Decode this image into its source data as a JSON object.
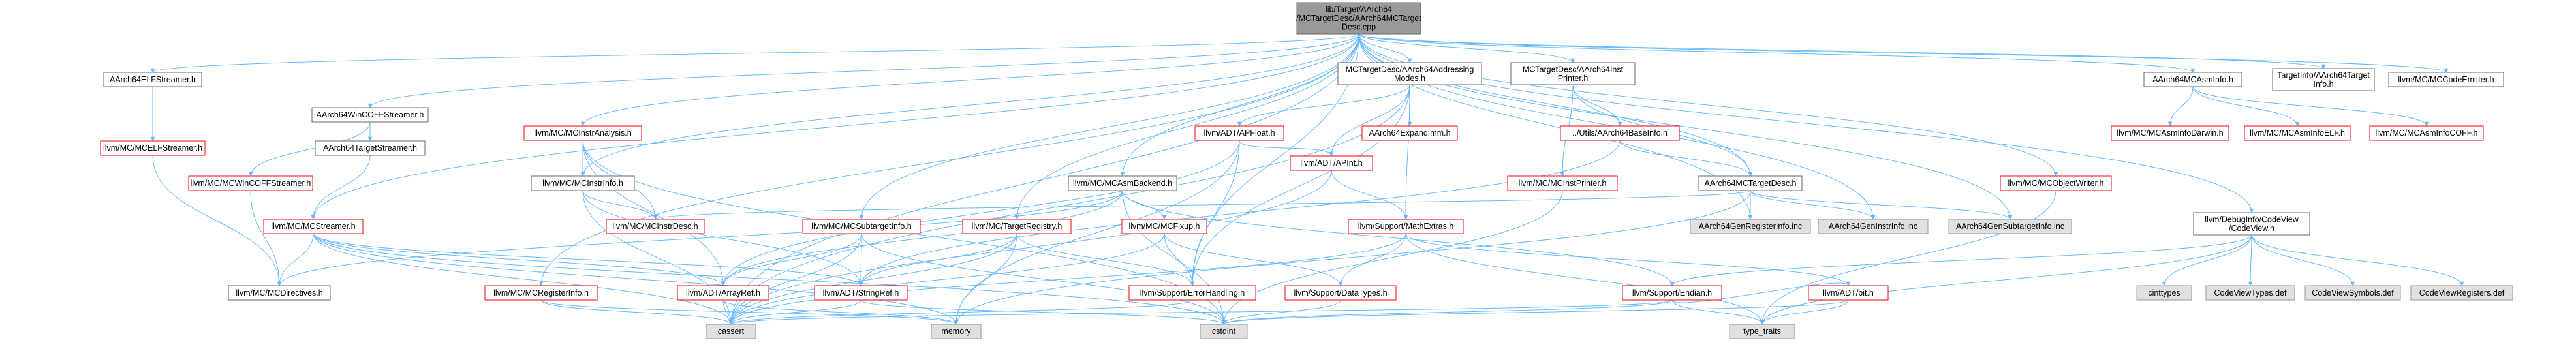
{
  "diagram": {
    "type": "include-dependency-graph",
    "colors": {
      "root_fill": "#999999",
      "node_fill": "#ffffff",
      "missing_fill": "#e0e0e0",
      "border": "#666666",
      "red_border": "#ff0000",
      "text": "#000000",
      "edge": "#63b8ff"
    },
    "nodes": [
      {
        "id": "root",
        "lines": [
          "lib/Target/AArch64",
          "/MCTargetDesc/AArch64MCTarget",
          "Desc.cpp"
        ],
        "style": "root"
      },
      {
        "id": "elfstreamer",
        "lines": [
          "AArch64ELFStreamer.h"
        ],
        "style": "normal"
      },
      {
        "id": "mcelfstreamer",
        "lines": [
          "llvm/MC/MCELFStreamer.h"
        ],
        "style": "red"
      },
      {
        "id": "wincoff",
        "lines": [
          "AArch64WinCOFFStreamer.h"
        ],
        "style": "normal"
      },
      {
        "id": "mcwincoff",
        "lines": [
          "llvm/MC/MCWinCOFFStreamer.h"
        ],
        "style": "red"
      },
      {
        "id": "targetstreamer",
        "lines": [
          "AArch64TargetStreamer.h"
        ],
        "style": "normal"
      },
      {
        "id": "mcstreamer",
        "lines": [
          "llvm/MC/MCStreamer.h"
        ],
        "style": "red"
      },
      {
        "id": "mcinstranalysis",
        "lines": [
          "llvm/MC/MCInstrAnalysis.h"
        ],
        "style": "red"
      },
      {
        "id": "mcinstrinfo",
        "lines": [
          "llvm/MC/MCInstrInfo.h"
        ],
        "style": "normal"
      },
      {
        "id": "mcregisterinfo",
        "lines": [
          "llvm/MC/MCRegisterInfo.h"
        ],
        "style": "red"
      },
      {
        "id": "addrmodes",
        "lines": [
          "MCTargetDesc/AArch64Addressing",
          "Modes.h"
        ],
        "style": "normal"
      },
      {
        "id": "apfloat",
        "lines": [
          "llvm/ADT/APFloat.h"
        ],
        "style": "red"
      },
      {
        "id": "expandimm",
        "lines": [
          "AArch64ExpandImm.h"
        ],
        "style": "red"
      },
      {
        "id": "apint",
        "lines": [
          "llvm/ADT/APInt.h"
        ],
        "style": "red"
      },
      {
        "id": "mcasmbackend",
        "lines": [
          "llvm/MC/MCAsmBackend.h"
        ],
        "style": "normal"
      },
      {
        "id": "mcsubtargetinfo",
        "lines": [
          "llvm/MC/MCSubtargetInfo.h"
        ],
        "style": "red"
      },
      {
        "id": "targetregistry",
        "lines": [
          "llvm/MC/TargetRegistry.h"
        ],
        "style": "red"
      },
      {
        "id": "mcfixup",
        "lines": [
          "llvm/MC/MCFixup.h"
        ],
        "style": "red"
      },
      {
        "id": "instprinterdir",
        "lines": [
          "MCTargetDesc/AArch64Inst",
          "Printer.h"
        ],
        "style": "normal"
      },
      {
        "id": "baseinfo",
        "lines": [
          "../Utils/AArch64BaseInfo.h"
        ],
        "style": "red"
      },
      {
        "id": "mcinstprinter",
        "lines": [
          "llvm/MC/MCInstPrinter.h"
        ],
        "style": "red"
      },
      {
        "id": "mathextras",
        "lines": [
          "llvm/Support/MathExtras.h"
        ],
        "style": "red"
      },
      {
        "id": "mctargetdesc",
        "lines": [
          "AArch64MCTargetDesc.h"
        ],
        "style": "normal"
      },
      {
        "id": "mcobjectwriter",
        "lines": [
          "llvm/MC/MCObjectWriter.h"
        ],
        "style": "red"
      },
      {
        "id": "mcasminfo",
        "lines": [
          "AArch64MCAsmInfo.h"
        ],
        "style": "normal"
      },
      {
        "id": "asminfodarwin",
        "lines": [
          "llvm/MC/MCAsmInfoDarwin.h"
        ],
        "style": "red"
      },
      {
        "id": "asminfoelf",
        "lines": [
          "llvm/MC/MCAsmInfoELF.h"
        ],
        "style": "red"
      },
      {
        "id": "asminfocoff",
        "lines": [
          "llvm/MC/MCAsmInfoCOFF.h"
        ],
        "style": "red"
      },
      {
        "id": "targetinfo",
        "lines": [
          "TargetInfo/AArch64Target",
          "Info.h"
        ],
        "style": "normal"
      },
      {
        "id": "mccodeemitter",
        "lines": [
          "llvm/MC/MCCodeEmitter.h"
        ],
        "style": "normal"
      },
      {
        "id": "mcinstdesc",
        "lines": [
          "llvm/MC/MCInstrDesc.h"
        ],
        "style": "red"
      },
      {
        "id": "mcdirectives",
        "lines": [
          "llvm/MC/MCDirectives.h"
        ],
        "style": "normal"
      },
      {
        "id": "arrayref",
        "lines": [
          "llvm/ADT/ArrayRef.h"
        ],
        "style": "red"
      },
      {
        "id": "stringref",
        "lines": [
          "llvm/ADT/StringRef.h"
        ],
        "style": "red"
      },
      {
        "id": "errorhandling",
        "lines": [
          "llvm/Support/ErrorHandling.h"
        ],
        "style": "red"
      },
      {
        "id": "datatypes",
        "lines": [
          "llvm/Support/DataTypes.h"
        ],
        "style": "red"
      },
      {
        "id": "endian",
        "lines": [
          "llvm/Support/Endian.h"
        ],
        "style": "red"
      },
      {
        "id": "bitadt",
        "lines": [
          "llvm/ADT/bit.h"
        ],
        "style": "red"
      },
      {
        "id": "genreginfo",
        "lines": [
          "AArch64GenRegisterInfo.inc"
        ],
        "style": "missing"
      },
      {
        "id": "geninstrinfo",
        "lines": [
          "AArch64GenInstrInfo.inc"
        ],
        "style": "missing"
      },
      {
        "id": "gensubtarget",
        "lines": [
          "AArch64GenSubtargetInfo.inc"
        ],
        "style": "missing"
      },
      {
        "id": "codeview",
        "lines": [
          "llvm/DebugInfo/CodeView",
          "/CodeView.h"
        ],
        "style": "normal"
      },
      {
        "id": "cinttypes",
        "lines": [
          "cinttypes"
        ],
        "style": "missing"
      },
      {
        "id": "cvtypes",
        "lines": [
          "CodeViewTypes.def"
        ],
        "style": "missing"
      },
      {
        "id": "cvsymbols",
        "lines": [
          "CodeViewSymbols.def"
        ],
        "style": "missing"
      },
      {
        "id": "cvregisters",
        "lines": [
          "CodeViewRegisters.def"
        ],
        "style": "missing"
      },
      {
        "id": "cassert",
        "lines": [
          "cassert"
        ],
        "style": "missing"
      },
      {
        "id": "memory",
        "lines": [
          "memory"
        ],
        "style": "missing"
      },
      {
        "id": "cstdint",
        "lines": [
          "cstdint"
        ],
        "style": "missing"
      },
      {
        "id": "typetraits",
        "lines": [
          "type_traits"
        ],
        "style": "missing"
      }
    ],
    "edges": [
      [
        "root",
        "elfstreamer"
      ],
      [
        "root",
        "wincoff"
      ],
      [
        "root",
        "mcinstranalysis"
      ],
      [
        "root",
        "mcinstrinfo"
      ],
      [
        "root",
        "addrmodes"
      ],
      [
        "root",
        "mcasmbackend"
      ],
      [
        "root",
        "mcsubtargetinfo"
      ],
      [
        "root",
        "targetregistry"
      ],
      [
        "root",
        "instprinterdir"
      ],
      [
        "root",
        "mctargetdesc"
      ],
      [
        "root",
        "mcobjectwriter"
      ],
      [
        "root",
        "mcasminfo"
      ],
      [
        "root",
        "targetinfo"
      ],
      [
        "root",
        "mccodeemitter"
      ],
      [
        "root",
        "codeview"
      ],
      [
        "root",
        "mcstreamer"
      ],
      [
        "root",
        "mcregisterinfo"
      ],
      [
        "root",
        "errorhandling"
      ],
      [
        "root",
        "genreginfo"
      ],
      [
        "root",
        "geninstrinfo"
      ],
      [
        "root",
        "gensubtarget"
      ],
      [
        "root",
        "cassert"
      ],
      [
        "elfstreamer",
        "mcelfstreamer"
      ],
      [
        "mcelfstreamer",
        "mcdirectives"
      ],
      [
        "wincoff",
        "mcwincoff"
      ],
      [
        "wincoff",
        "targetstreamer"
      ],
      [
        "mcwincoff",
        "mcdirectives"
      ],
      [
        "targetstreamer",
        "mcstreamer"
      ],
      [
        "mcstreamer",
        "mcdirectives"
      ],
      [
        "mcstreamer",
        "arrayref"
      ],
      [
        "mcstreamer",
        "stringref"
      ],
      [
        "mcstreamer",
        "cassert"
      ],
      [
        "mcstreamer",
        "cstdint"
      ],
      [
        "mcstreamer",
        "memory"
      ],
      [
        "mcinstranalysis",
        "mcinstrinfo"
      ],
      [
        "mcinstranalysis",
        "mcinstdesc"
      ],
      [
        "mcinstranalysis",
        "arrayref"
      ],
      [
        "mcinstranalysis",
        "cstdint"
      ],
      [
        "mcinstrinfo",
        "mcinstdesc"
      ],
      [
        "mcinstrinfo",
        "stringref"
      ],
      [
        "mcinstrinfo",
        "cassert"
      ],
      [
        "mcregisterinfo",
        "cassert"
      ],
      [
        "mcregisterinfo",
        "memory"
      ],
      [
        "addrmodes",
        "apfloat"
      ],
      [
        "addrmodes",
        "expandimm"
      ],
      [
        "addrmodes",
        "apint"
      ],
      [
        "addrmodes",
        "mathextras"
      ],
      [
        "addrmodes",
        "errorhandling"
      ],
      [
        "addrmodes",
        "cassert"
      ],
      [
        "apfloat",
        "apint"
      ],
      [
        "apfloat",
        "arrayref"
      ],
      [
        "apfloat",
        "errorhandling"
      ],
      [
        "apfloat",
        "memory"
      ],
      [
        "apint",
        "mathextras"
      ],
      [
        "apint",
        "cassert"
      ],
      [
        "mcasmbackend",
        "arrayref"
      ],
      [
        "mcasmbackend",
        "mcfixup"
      ],
      [
        "mcasmbackend",
        "mcdirectives"
      ],
      [
        "mcasmbackend",
        "endian"
      ],
      [
        "mcasmbackend",
        "cstdint"
      ],
      [
        "mcfixup",
        "errorhandling"
      ],
      [
        "mcfixup",
        "datatypes"
      ],
      [
        "mcfixup",
        "cassert"
      ],
      [
        "mcsubtargetinfo",
        "arrayref"
      ],
      [
        "mcsubtargetinfo",
        "stringref"
      ],
      [
        "mcsubtargetinfo",
        "cassert"
      ],
      [
        "mcsubtargetinfo",
        "cstdint"
      ],
      [
        "targetregistry",
        "stringref"
      ],
      [
        "targetregistry",
        "errorhandling"
      ],
      [
        "targetregistry",
        "cassert"
      ],
      [
        "targetregistry",
        "memory"
      ],
      [
        "instprinterdir",
        "baseinfo"
      ],
      [
        "instprinterdir",
        "mcinstprinter"
      ],
      [
        "instprinterdir",
        "mctargetdesc"
      ],
      [
        "baseinfo",
        "mctargetdesc"
      ],
      [
        "baseinfo",
        "stringref"
      ],
      [
        "mcinstprinter",
        "cstdint"
      ],
      [
        "mathextras",
        "bitadt"
      ],
      [
        "mathextras",
        "datatypes"
      ],
      [
        "mathextras",
        "cassert"
      ],
      [
        "mathextras",
        "typetraits"
      ],
      [
        "mctargetdesc",
        "genreginfo"
      ],
      [
        "mctargetdesc",
        "geninstrinfo"
      ],
      [
        "mctargetdesc",
        "gensubtarget"
      ],
      [
        "mctargetdesc",
        "mcinstdesc"
      ],
      [
        "mctargetdesc",
        "memory"
      ],
      [
        "mcobjectwriter",
        "typetraits"
      ],
      [
        "mcasminfo",
        "asminfodarwin"
      ],
      [
        "mcasminfo",
        "asminfoelf"
      ],
      [
        "mcasminfo",
        "asminfocoff"
      ],
      [
        "codeview",
        "endian"
      ],
      [
        "codeview",
        "cinttypes"
      ],
      [
        "codeview",
        "cvtypes"
      ],
      [
        "codeview",
        "cvsymbols"
      ],
      [
        "codeview",
        "cvregisters"
      ],
      [
        "codeview",
        "typetraits"
      ],
      [
        "endian",
        "bitadt"
      ],
      [
        "endian",
        "cassert"
      ],
      [
        "endian",
        "cstdint"
      ],
      [
        "endian",
        "typetraits"
      ],
      [
        "bitadt",
        "cstdint"
      ],
      [
        "bitadt",
        "typetraits"
      ],
      [
        "arrayref",
        "cassert"
      ],
      [
        "arrayref",
        "memory"
      ],
      [
        "stringref",
        "cassert"
      ],
      [
        "stringref",
        "cstdint"
      ],
      [
        "errorhandling",
        "cassert"
      ],
      [
        "datatypes",
        "cstdint"
      ]
    ]
  }
}
